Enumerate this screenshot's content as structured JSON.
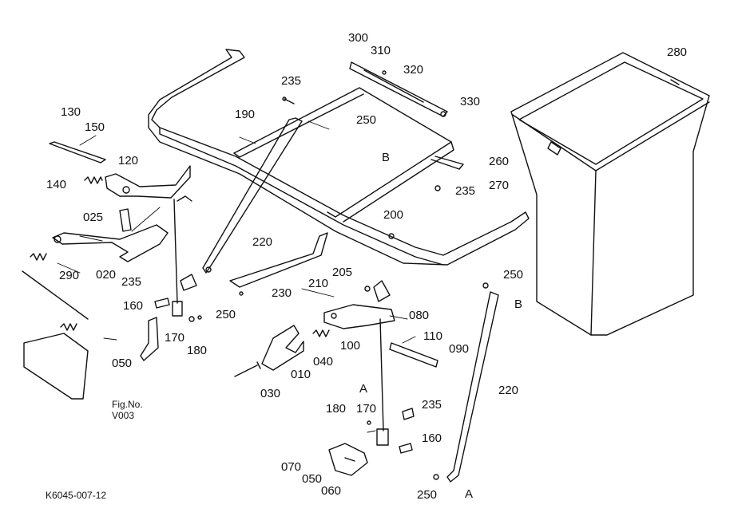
{
  "labels": {
    "p300": "300",
    "p310": "310",
    "p320": "320",
    "p330": "330",
    "p280": "280",
    "p235a": "235",
    "p190": "190",
    "p250a": "250",
    "pB1": "B",
    "p130": "130",
    "p150": "150",
    "p120": "120",
    "p140": "140",
    "p260": "260",
    "p235b": "235",
    "p270": "270",
    "p200": "200",
    "p025": "025",
    "p220a": "220",
    "p290": "290",
    "p020": "020",
    "p235c": "235",
    "p250b": "250",
    "pB2": "B",
    "p205": "205",
    "p210": "210",
    "p230": "230",
    "p160a": "160",
    "p250c": "250",
    "p080": "080",
    "p110": "110",
    "p090": "090",
    "p170a": "170",
    "p180a": "180",
    "p100": "100",
    "p050a": "050",
    "p040": "040",
    "p010": "010",
    "p220b": "220",
    "p030": "030",
    "pA1": "A",
    "p235d": "235",
    "p180b": "180",
    "p170b": "170",
    "p160b": "160",
    "p070": "070",
    "p050b": "050",
    "p060": "060",
    "p250d": "250",
    "pA2": "A"
  },
  "figure_ref": {
    "line1": "Fig.No.",
    "line2": "V003"
  },
  "drawing_code": "K6045-007-12"
}
